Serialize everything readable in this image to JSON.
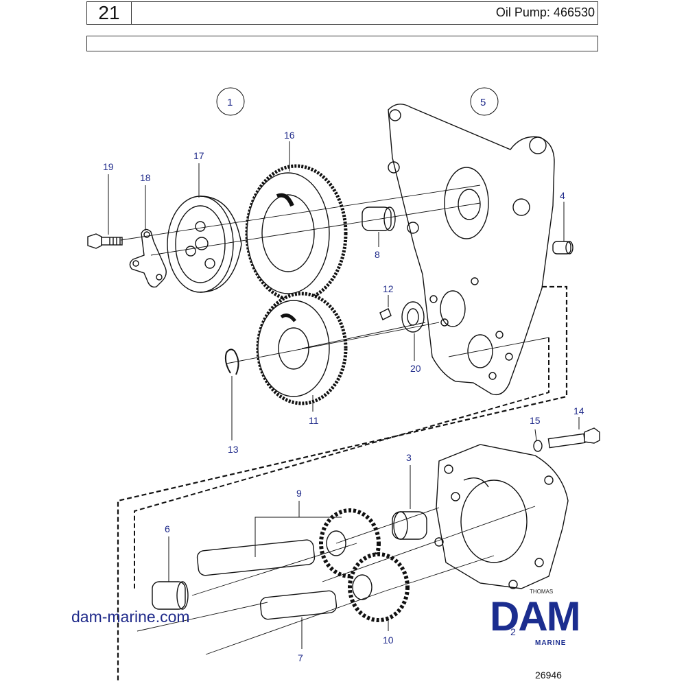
{
  "header": {
    "page_number": "21",
    "title": "Oil Pump: 466530"
  },
  "subheader": {
    "text": ""
  },
  "ring_labels": [
    "1",
    "5"
  ],
  "callouts": [
    "19",
    "18",
    "17",
    "16",
    "8",
    "4",
    "12",
    "20",
    "13",
    "11",
    "15",
    "14",
    "3",
    "9",
    "6",
    "7",
    "10",
    "2"
  ],
  "footer": {
    "site": "dam-marine.com",
    "brand": "DAM",
    "brand_sub": "MARINE",
    "artist": "THOMAS",
    "ref": "26946"
  },
  "colors": {
    "callout": "#1f2a8a",
    "brand": "#1b2d8f",
    "line": "#111111"
  }
}
